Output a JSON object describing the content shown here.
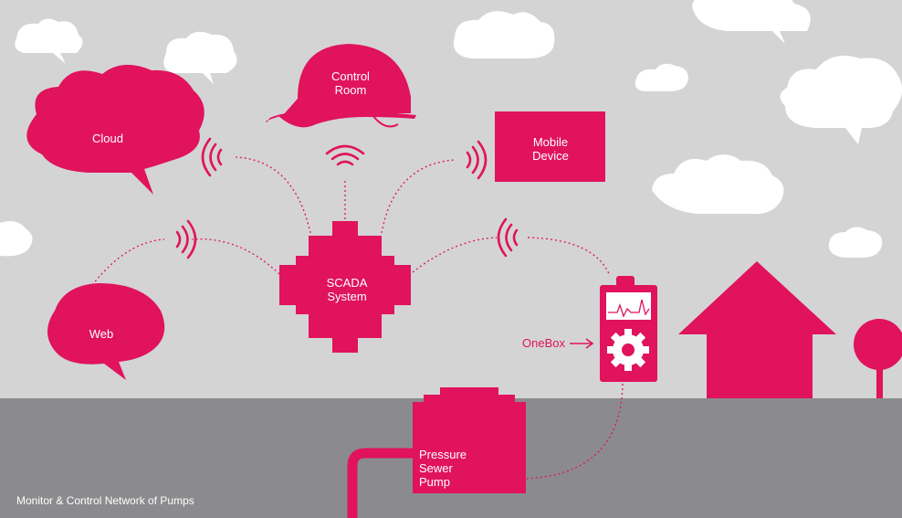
{
  "colors": {
    "magenta": "#e0135c",
    "sky": "#d4d4d4",
    "ground": "#8b8b8e",
    "cloud": "#ffffff"
  },
  "nodes": {
    "cloud": "Cloud",
    "control_room": "Control\nRoom",
    "mobile_device": "Mobile\nDevice",
    "scada": "SCADA\nSystem",
    "web": "Web",
    "onebox": "OneBox",
    "pump": "Pressure\nSewer\nPump"
  },
  "icons": [
    "cloud-shape",
    "hard-hat-icon",
    "gear-icon",
    "wireless-signal-icon",
    "house-icon",
    "tree-icon",
    "onebox-device-icon",
    "pump-tank-icon"
  ],
  "caption": "Monitor & Control Network of Pumps"
}
